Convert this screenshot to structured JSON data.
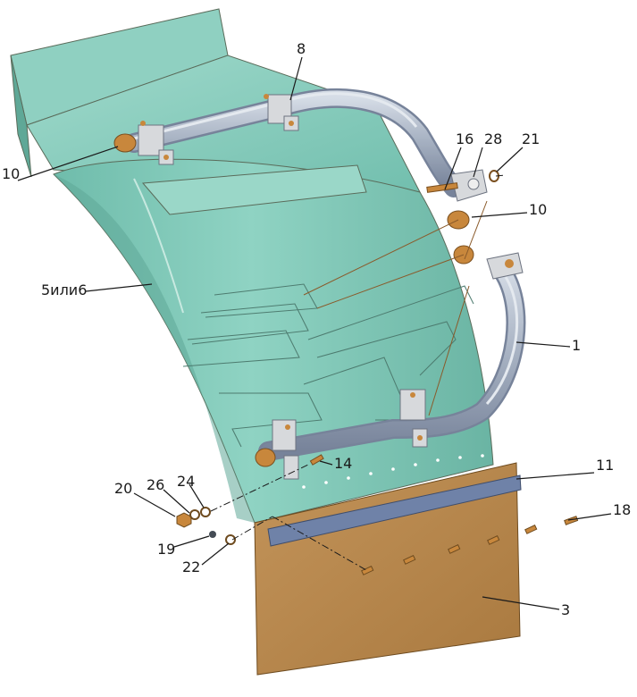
{
  "labels": {
    "l1": "1",
    "l3": "3",
    "l8": "8",
    "l10a": "10",
    "l10b": "10",
    "l11": "11",
    "l14": "14",
    "l16": "16",
    "l18": "18",
    "l19": "19",
    "l20": "20",
    "l21": "21",
    "l22": "22",
    "l24": "24",
    "l26": "26",
    "l28": "28",
    "l5": "5или6"
  },
  "colors": {
    "fender_main": "#7fc9b9",
    "fender_dark": "#5fa897",
    "fender_light": "#a8ddd0",
    "pipe": "#a9b4c4",
    "pipe_dark": "#7b879a",
    "mudflap": "#b88a4e",
    "mudflap_dark": "#9a6f38",
    "strip": "#6f82a8",
    "bracket": "#d7d9dc",
    "pad": "#c8873c"
  }
}
